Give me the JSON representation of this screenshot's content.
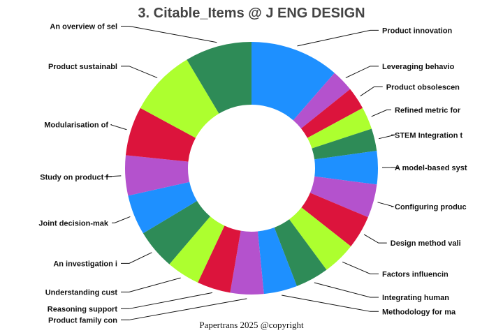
{
  "chart_data": {
    "type": "pie",
    "donut": true,
    "title": "3. Citable_Items @ J ENG DESIGN",
    "footer": "Papertrans 2025 @copyright",
    "slices": [
      {
        "label": "Product innovation",
        "value": 4,
        "color": "#1e90ff"
      },
      {
        "label": "Leveraging behavio",
        "value": 1,
        "color": "#b452cd"
      },
      {
        "label": "Product obsolescen",
        "value": 1,
        "color": "#dc143c"
      },
      {
        "label": "Refined metric for",
        "value": 1,
        "color": "#adff2f"
      },
      {
        "label": "STEM Integration t",
        "value": 1,
        "color": "#2e8b57"
      },
      {
        "label": "A model-based syst",
        "value": 1.5,
        "color": "#1e90ff"
      },
      {
        "label": "Configuring produc",
        "value": 1.5,
        "color": "#b452cd"
      },
      {
        "label": "Design method vali",
        "value": 1.5,
        "color": "#dc143c"
      },
      {
        "label": "Factors influencin",
        "value": 1.5,
        "color": "#adff2f"
      },
      {
        "label": "Integrating human",
        "value": 1.5,
        "color": "#2e8b57"
      },
      {
        "label": "Methodology for ma",
        "value": 1.5,
        "color": "#1e90ff"
      },
      {
        "label": "Product family con",
        "value": 1.5,
        "color": "#b452cd"
      },
      {
        "label": "Reasoning support",
        "value": 1.5,
        "color": "#dc143c"
      },
      {
        "label": "Understanding cust",
        "value": 1.5,
        "color": "#adff2f"
      },
      {
        "label": "An investigation i",
        "value": 1.8,
        "color": "#2e8b57"
      },
      {
        "label": "Joint decision-mak",
        "value": 1.8,
        "color": "#1e90ff"
      },
      {
        "label": "Study on product f",
        "value": 1.8,
        "color": "#b452cd"
      },
      {
        "label": "Modularisation of",
        "value": 2.2,
        "color": "#dc143c"
      },
      {
        "label": "Product sustainabl",
        "value": 3,
        "color": "#adff2f"
      },
      {
        "label": "An overview of sel",
        "value": 3,
        "color": "#2e8b57"
      }
    ]
  }
}
